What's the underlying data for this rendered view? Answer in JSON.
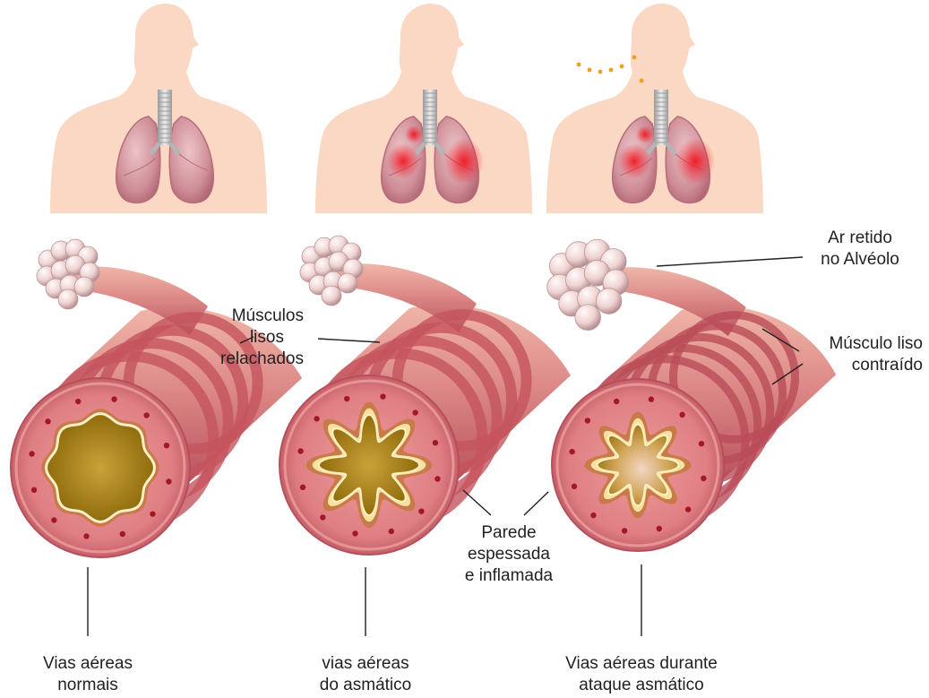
{
  "labels": {
    "musculos_relaxados": [
      "Músculos",
      "lisos",
      "relachados"
    ],
    "ar_retido": [
      "Ar retido",
      "no Alvéolo"
    ],
    "musculo_contraido": [
      "Músculo liso",
      "contraído"
    ],
    "parede": [
      "Parede",
      "espessada",
      "e inflamada"
    ]
  },
  "captions": [
    [
      "Vias aéreas",
      "normais"
    ],
    [
      "vias aéreas",
      "do asmático"
    ],
    [
      "Vias aéreas durante",
      "ataque asmático"
    ]
  ],
  "colors": {
    "skin": "#fbd8c4",
    "lung": "#d9a0a8",
    "lung_shadow": "#b76c7a",
    "inflammation": "#ee2b36",
    "trachea": "#d4d4d4",
    "airway_outer": "#d6787f",
    "airway_band": "#c4545e",
    "airway_highlight": "#f0b8aa",
    "lumen_wall": "#f6e29e",
    "lumen": "#a07a10",
    "alveoli": "#f1dcd9",
    "leader_line": "#231f20",
    "air_dot": "#f0a020"
  }
}
